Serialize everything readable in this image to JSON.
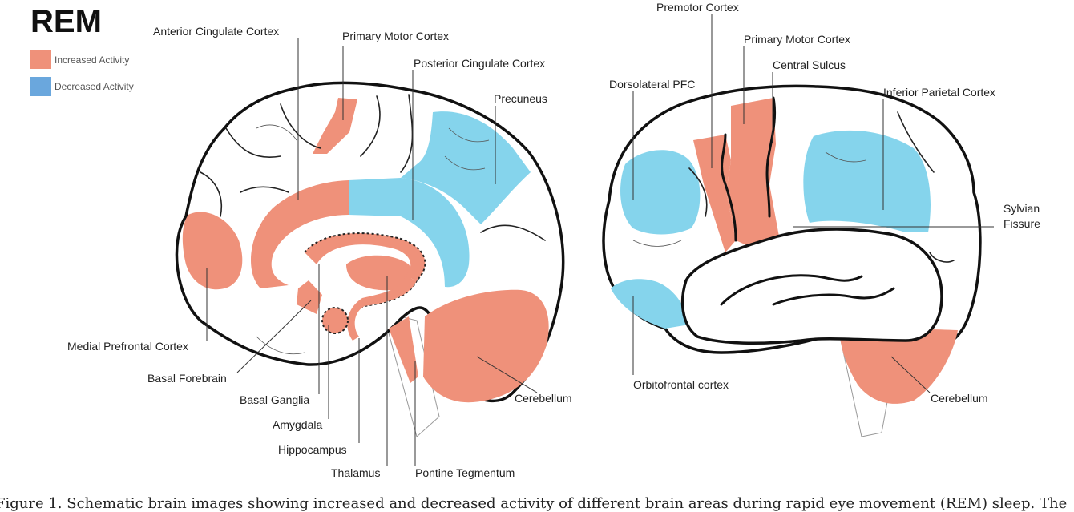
{
  "title": "REM",
  "legend": {
    "increased": {
      "label": "Increased Activity",
      "color": "#ef917a"
    },
    "decreased": {
      "label": "Decreased Activity",
      "color": "#85d4ec"
    }
  },
  "medial_view": {
    "labels": {
      "anterior_cingulate": "Anterior Cingulate Cortex",
      "primary_motor": "Primary Motor Cortex",
      "posterior_cingulate": "Posterior Cingulate Cortex",
      "precuneus": "Precuneus",
      "medial_prefrontal": "Medial Prefrontal Cortex",
      "basal_forebrain": "Basal Forebrain",
      "basal_ganglia": "Basal Ganglia",
      "amygdala": "Amygdala",
      "hippocampus": "Hippocampus",
      "thalamus": "Thalamus",
      "pontine_tegmentum": "Pontine Tegmentum",
      "cerebellum": "Cerebellum"
    }
  },
  "lateral_view": {
    "labels": {
      "premotor": "Premotor Cortex",
      "primary_motor": "Primary Motor Cortex",
      "central_sulcus": "Central Sulcus",
      "dorsolateral_pfc": "Dorsolateral PFC",
      "inferior_parietal": "Inferior Parietal Cortex",
      "sylvian_line1": "Sylvian",
      "sylvian_line2": "Fissure",
      "orbitofrontal": "Orbitofrontal cortex",
      "cerebellum": "Cerebellum"
    }
  },
  "caption": "Figure 1. Schematic brain images showing increased and decreased activity of different brain areas during rapid eye movement (REM) sleep. The"
}
